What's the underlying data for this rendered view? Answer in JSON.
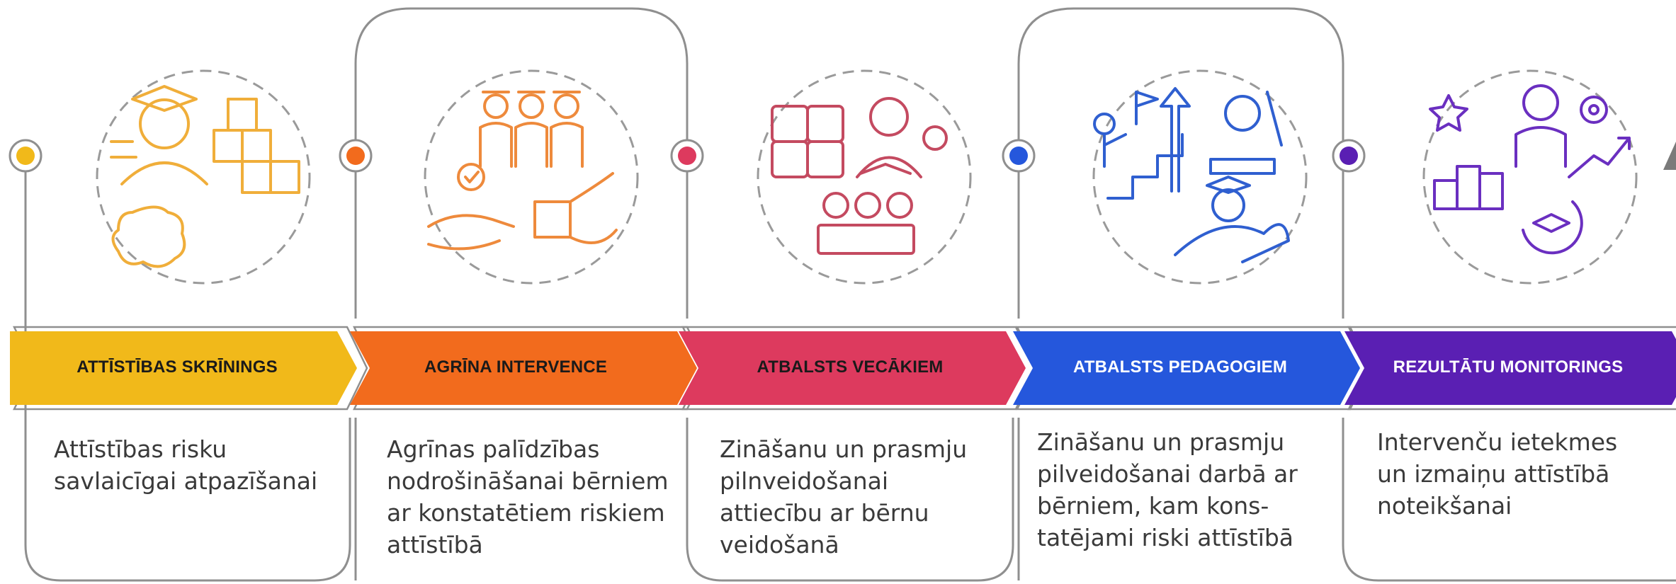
{
  "colors": {
    "frame": "#8f8f8f",
    "dashed": "#9a9a9a",
    "text": "#3a3a3a"
  },
  "steps": [
    {
      "title": "ATTĪSTĪBAS SKRĪNINGS",
      "color": "#F1B91A",
      "icon_color": "#F0AE3A",
      "title_color": "#1a1a1a",
      "icon": "screening-icon",
      "description": [
        "Attīstības risku",
        "savlaicīgai atpazīšanai"
      ]
    },
    {
      "title": "AGRĪNA INTERVENCE",
      "color": "#F26B1D",
      "icon_color": "#EE8A3C",
      "title_color": "#1a1a1a",
      "icon": "early-intervention-icon",
      "description": [
        "Agrīnas palīdzības",
        "nodrošināšanai bērniem",
        "ar konstatētiem riskiem",
        "attīstībā"
      ]
    },
    {
      "title": "ATBALSTS VECĀKIEM",
      "color": "#DD3A5E",
      "icon_color": "#C44A60",
      "title_color": "#1a1a1a",
      "icon": "parent-support-icon",
      "description": [
        "Zināšanu un prasmju",
        "pilnveidošanai",
        "attiecību ar bērnu",
        "veidošanā"
      ]
    },
    {
      "title": "ATBALSTS PEDAGOGIEM",
      "color": "#2557DC",
      "icon_color": "#2F5FD0",
      "title_color": "#ffffff",
      "icon": "teacher-support-icon",
      "description": [
        "Zināšanu un prasmju",
        "pilveidošanai darbā ar",
        "bērniem, kam kons-",
        "tatējami riski attīstībā"
      ]
    },
    {
      "title": "REZULTĀTU MONITORINGS",
      "color": "#5A1FB3",
      "icon_color": "#6A2FC0",
      "title_color": "#ffffff",
      "icon": "results-monitoring-icon",
      "description": [
        "Intervenču ietekmes",
        "un izmaiņu attīstībā",
        "noteikšanai"
      ]
    }
  ]
}
